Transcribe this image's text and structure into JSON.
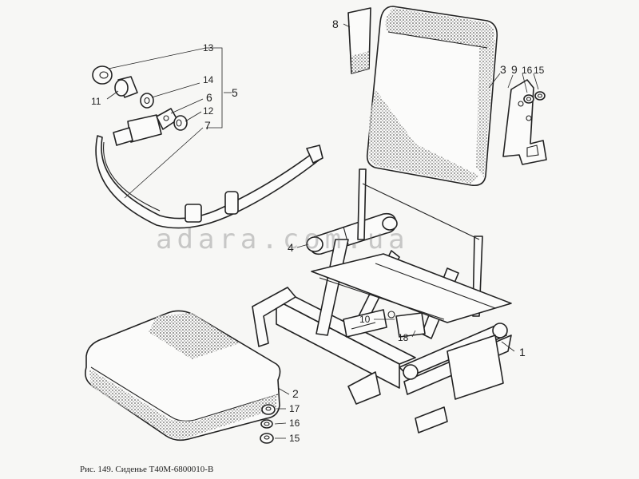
{
  "caption": "Рис. 149. Сиденье Т40М-6800010-В",
  "watermark": "adara.com.ua",
  "callouts": {
    "c1": "1",
    "c2": "2",
    "c3": "3",
    "c4": "4",
    "c5": "5",
    "c6": "6",
    "c7": "7",
    "c8": "8",
    "c9": "9",
    "c10": "10",
    "c11": "11",
    "c12": "12",
    "c13": "13",
    "c14": "14",
    "c15a": "15",
    "c15b": "15",
    "c16a": "16",
    "c16b": "16",
    "c17": "17",
    "c18": "18"
  }
}
